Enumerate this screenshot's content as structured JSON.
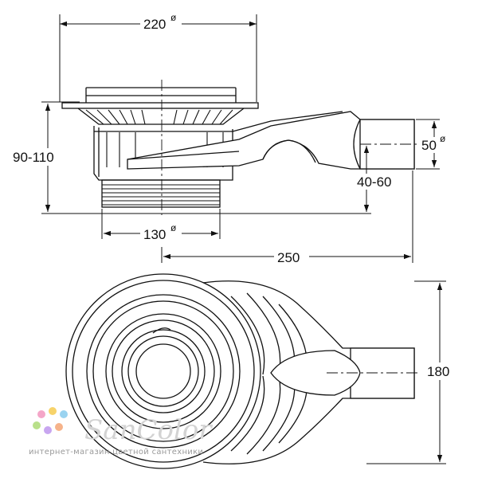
{
  "dimensions": {
    "top_diameter": "220",
    "height_range": "90-110",
    "outlet_diameter": "50",
    "outlet_height": "40-60",
    "base_diameter": "130",
    "length": "250",
    "width": "180",
    "diameter_symbol": "ø"
  },
  "watermark": {
    "brand": "SanColor",
    "tagline": "интернет-магазин цветной сантехники"
  }
}
